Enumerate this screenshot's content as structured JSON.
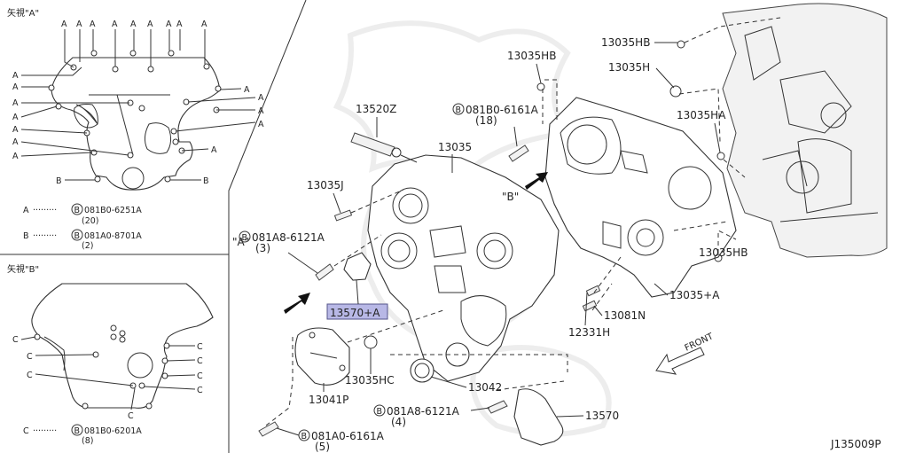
{
  "view_a": {
    "title": "矢視\"A\"",
    "callout_letter": "A",
    "b_letter": "B",
    "legend": [
      {
        "letter": "A",
        "dots": "·········",
        "bolt": "081B0-6251A",
        "qty": "(20)"
      },
      {
        "letter": "B",
        "dots": "·········",
        "bolt": "081A0-8701A",
        "qty": "(2)"
      }
    ]
  },
  "view_b": {
    "title": "矢視\"B\"",
    "callout_letter": "C",
    "legend": [
      {
        "letter": "C",
        "dots": "·········",
        "bolt": "081B0-6201A",
        "qty": "(8)"
      }
    ]
  },
  "bolt_prefix": "B",
  "parts": {
    "p13035HB_top": "13035HB",
    "p13035H": "13035H",
    "p13035HA": "13035HA",
    "p13035HB_right": "13035HB",
    "p13035HB_center": "13035HB",
    "p13520Z": "13520Z",
    "p13035": "13035",
    "p13035J": "13035J",
    "p13035A": "13035+A",
    "p13081N": "13081N",
    "p12331H": "12331H",
    "p13570A": "13570+A",
    "p13035HC": "13035HC",
    "p13041P": "13041P",
    "p13042": "13042",
    "p13570": "13570"
  },
  "bolts": {
    "b081B0_6161A_top": {
      "code": "081B0-6161A",
      "qty": "(18)"
    },
    "b081A8_6121A_left": {
      "code": "081A8-6121A",
      "qty": "(3)"
    },
    "b081A8_6121A_bottom": {
      "code": "081A8-6121A",
      "qty": "(4)"
    },
    "b081A0_6161A": {
      "code": "081A0-6161A",
      "qty": "(5)"
    }
  },
  "view_markers": {
    "a": "\"A\"",
    "b": "\"B\""
  },
  "front_label": "FRONT",
  "diagram_code": "J135009P",
  "highlight_color": "#b8b8e6"
}
